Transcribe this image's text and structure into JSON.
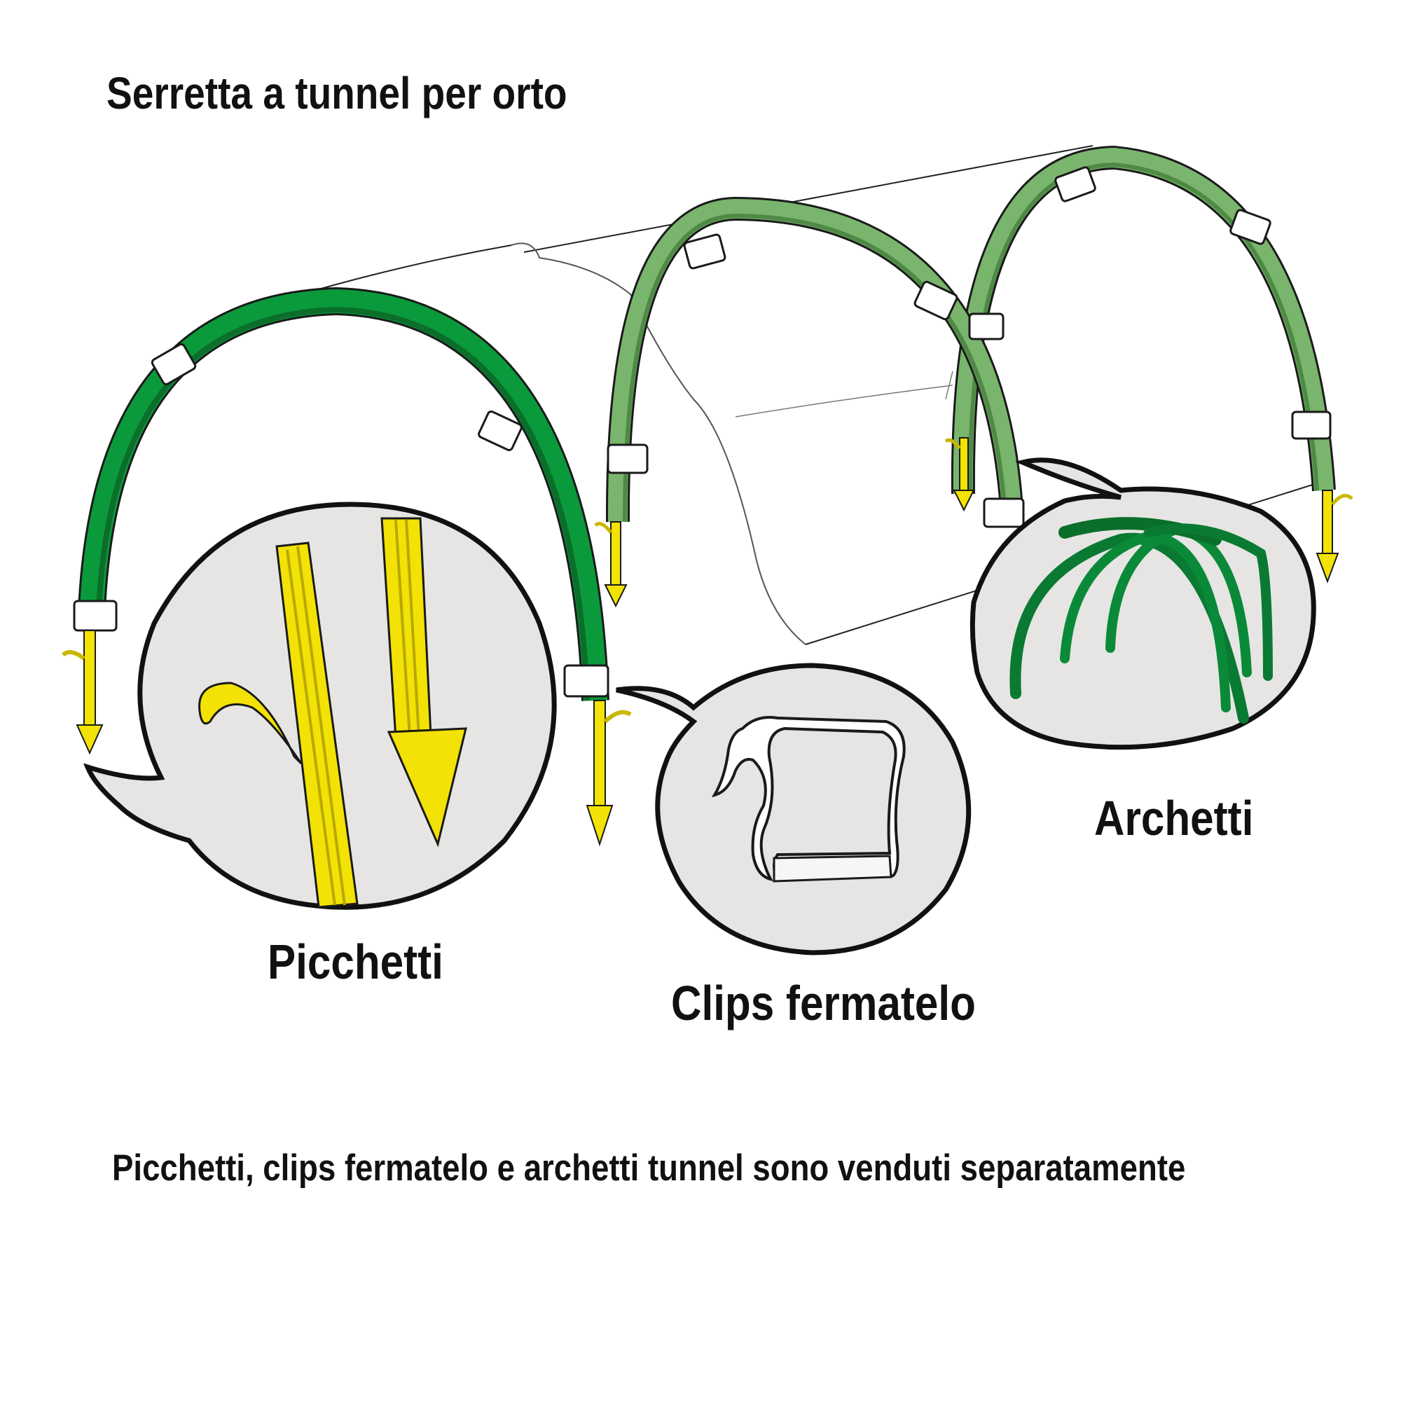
{
  "title": "Serretta a tunnel per orto",
  "callouts": {
    "picchetti": "Picchetti",
    "clips": "Clips fermatelo",
    "archetti": "Archetti"
  },
  "note": "Picchetti, clips fermatelo e archetti tunnel sono venduti separatamente",
  "colors": {
    "arch_front": "#0a9a3c",
    "arch_back": "#7ab56d",
    "arch_dark": "#0b6e2a",
    "stake": "#f2e205",
    "bubble_fill": "#e6e5e4",
    "outline": "#1a1a1a"
  }
}
